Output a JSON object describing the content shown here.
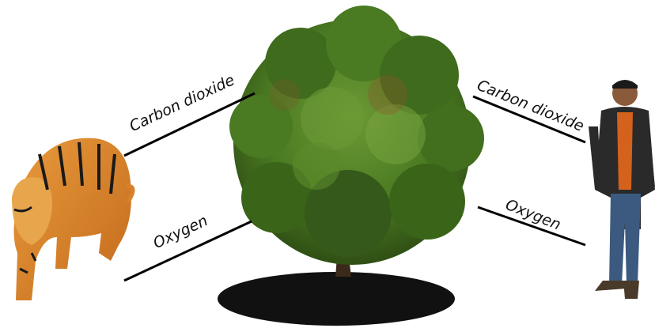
{
  "labels": {
    "left_co2": "Carbon dioxide",
    "left_o2": "Oxygen",
    "right_co2": "Carbon dioxide",
    "right_o2": "Oxygen"
  },
  "pictures": {
    "left": "tiger",
    "center": "tree",
    "right": "man"
  },
  "colors": {
    "foliage_dark": "#2f4f14",
    "foliage": "#4a7a22",
    "foliage_light": "#6d9a35",
    "shadow": "#111111",
    "tiger_orange": "#d9822b",
    "tiger_stripe": "#1a1a1a",
    "jacket": "#2a2a2a",
    "shirt": "#d4621c",
    "jeans": "#3c5a80"
  }
}
